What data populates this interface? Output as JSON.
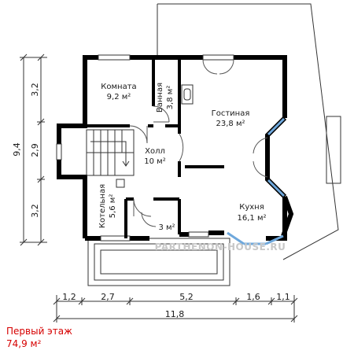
{
  "rooms": {
    "komnata": {
      "name": "Комната",
      "area": "9,2 м²"
    },
    "vannaya": {
      "name": "Ванная",
      "area": "3,8 м²"
    },
    "gostinaya": {
      "name": "Гостиная",
      "area": "23,8 м²"
    },
    "holl": {
      "name": "Холл",
      "area": "10 м²"
    },
    "kotelnaya": {
      "name": "Котельная",
      "area": "5,6 м²"
    },
    "kukhnya": {
      "name": "Кухня",
      "area": "16,1 м²"
    },
    "tambur": {
      "area": "3 м²"
    }
  },
  "dimensions": {
    "vertical": [
      "3,2",
      "2,9",
      "3,2"
    ],
    "vertical_total": "9,4",
    "horizontal": [
      "1,2",
      "2,7",
      "5,2",
      "1,6",
      "1,1"
    ],
    "horizontal_total": "11,8"
  },
  "caption": {
    "title": "Первый этаж",
    "area": "74,9 м²"
  },
  "watermark": "PARTHENON-HOUSE.RU",
  "colors": {
    "wall": "#000000",
    "window": "#6fa8dc",
    "caption": "#d60000",
    "line": "#333333"
  }
}
